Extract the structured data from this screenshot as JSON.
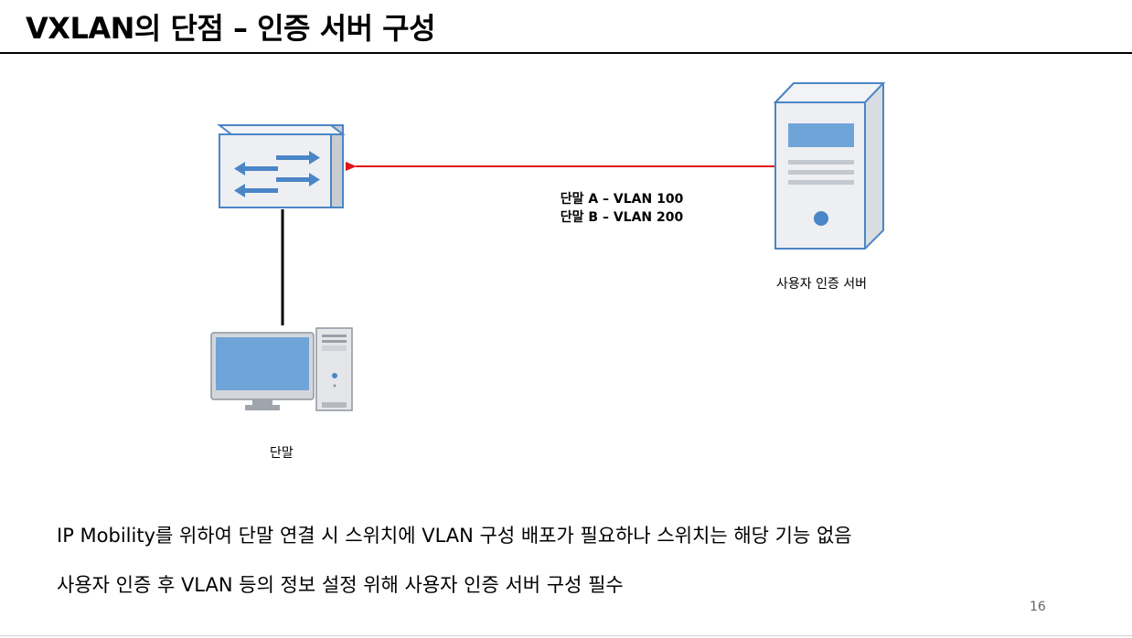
{
  "slide": {
    "title": "VXLAN의 단점 – 인증 서버 구성",
    "page_number": "16"
  },
  "diagram": {
    "switch_label": "",
    "terminal_label": "단말",
    "server_label": "사용자 인증 서버",
    "connection_labels": [
      "단말 A – VLAN 100",
      "단말 B – VLAN 200"
    ],
    "arrow_color": "#e0131a",
    "device_stroke": "#4a86c7",
    "device_fill": "#e9ebee",
    "accent_blue": "#6fa4d8"
  },
  "bullets": [
    "IP Mobility를 위하여 단말 연결 시 스위치에 VLAN 구성 배포가 필요하나 스위치는 해당 기능 없음",
    "사용자 인증 후 VLAN 등의 정보 설정 위해 사용자 인증 서버 구성 필수"
  ]
}
